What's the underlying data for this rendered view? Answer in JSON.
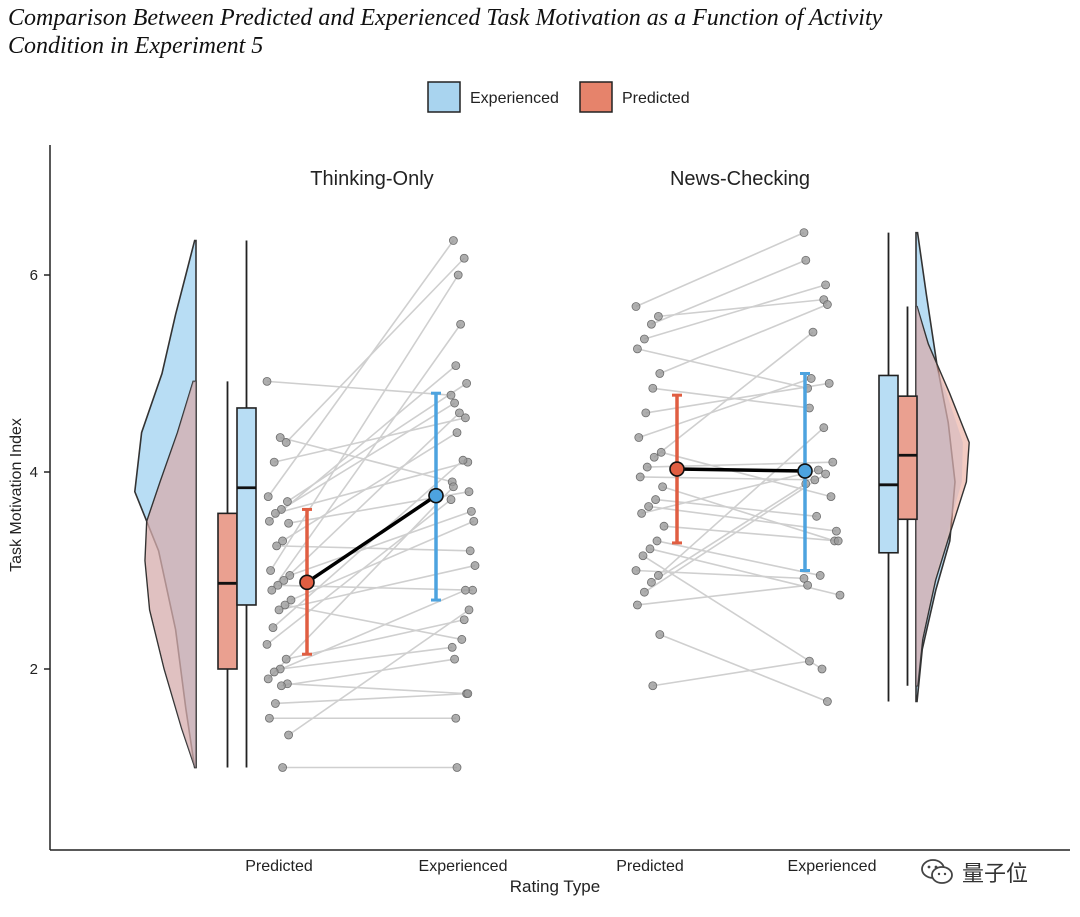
{
  "title_lines": [
    "Comparison Between Predicted and Experienced Task Motivation as a Function of Activity",
    "Condition in Experiment 5"
  ],
  "watermark": {
    "text": "量子位",
    "icon": "wechat-icon"
  },
  "chart_data": {
    "type": "raincloud",
    "ylabel": "Task Motivation Index",
    "xlabel": "Rating Type",
    "y_ticks": [
      2,
      4,
      6
    ],
    "ylim": [
      0.3,
      7.3
    ],
    "grid": false,
    "legend": {
      "position": "top-center",
      "entries": [
        {
          "name": "Experienced",
          "color": "#a9d4ef"
        },
        {
          "name": "Predicted",
          "color": "#e6836b"
        }
      ]
    },
    "colors": {
      "experienced_fill": "#b8ddf4",
      "predicted_fill": "#eaa090",
      "experienced_line": "#4da3df",
      "predicted_line": "#e05e42",
      "overlap_fill": "#c9b6c2"
    },
    "panels": [
      {
        "name": "Thinking-Only",
        "categories": [
          "Predicted",
          "Experienced"
        ],
        "means": {
          "Predicted": 2.88,
          "Experienced": 3.76
        },
        "error_bars": {
          "Predicted": [
            2.15,
            3.62
          ],
          "Experienced": [
            2.7,
            4.8
          ]
        },
        "boxes": {
          "Predicted": {
            "whisker_low": 1.0,
            "q1": 2.0,
            "median": 2.87,
            "q3": 3.58,
            "whisker_high": 4.92
          },
          "Experienced": {
            "whisker_low": 1.0,
            "q1": 2.65,
            "median": 3.84,
            "q3": 4.65,
            "whisker_high": 6.35
          }
        },
        "density_side": "left",
        "density_range": {
          "Predicted": [
            1.0,
            4.92
          ],
          "Experienced": [
            1.0,
            6.35
          ]
        },
        "pairs": [
          [
            4.92,
            4.78
          ],
          [
            4.3,
            6.17
          ],
          [
            4.35,
            3.9
          ],
          [
            4.1,
            4.55
          ],
          [
            3.75,
            6.35
          ],
          [
            3.7,
            4.9
          ],
          [
            3.62,
            4.7
          ],
          [
            3.58,
            4.1
          ],
          [
            3.5,
            5.08
          ],
          [
            3.48,
            3.8
          ],
          [
            3.3,
            4.4
          ],
          [
            3.25,
            3.2
          ],
          [
            3.0,
            6.0
          ],
          [
            2.95,
            3.6
          ],
          [
            2.9,
            4.6
          ],
          [
            2.85,
            2.8
          ],
          [
            2.8,
            5.5
          ],
          [
            2.7,
            3.5
          ],
          [
            2.65,
            2.3
          ],
          [
            2.6,
            3.05
          ],
          [
            2.42,
            4.12
          ],
          [
            2.25,
            3.72
          ],
          [
            2.1,
            2.5
          ],
          [
            2.0,
            2.22
          ],
          [
            1.97,
            2.8
          ],
          [
            1.9,
            3.85
          ],
          [
            1.85,
            1.75
          ],
          [
            1.83,
            2.1
          ],
          [
            1.65,
            1.75
          ],
          [
            1.5,
            1.5
          ],
          [
            1.33,
            2.6
          ],
          [
            1.0,
            1.0
          ]
        ]
      },
      {
        "name": "News-Checking",
        "categories": [
          "Predicted",
          "Experienced"
        ],
        "means": {
          "Predicted": 4.03,
          "Experienced": 4.01
        },
        "error_bars": {
          "Predicted": [
            3.28,
            4.78
          ],
          "Experienced": [
            3.0,
            5.0
          ]
        },
        "boxes": {
          "Experienced": {
            "whisker_low": 1.67,
            "q1": 3.18,
            "median": 3.87,
            "q3": 4.98,
            "whisker_high": 6.43
          },
          "Predicted": {
            "whisker_low": 1.83,
            "q1": 3.52,
            "median": 4.17,
            "q3": 4.77,
            "whisker_high": 5.68
          }
        },
        "density_side": "right",
        "density_range": {
          "Predicted": [
            1.83,
            5.68
          ],
          "Experienced": [
            1.67,
            6.43
          ]
        },
        "pairs": [
          [
            5.68,
            6.43
          ],
          [
            5.58,
            5.75
          ],
          [
            5.5,
            6.15
          ],
          [
            5.35,
            5.9
          ],
          [
            5.25,
            4.85
          ],
          [
            5.0,
            5.7
          ],
          [
            4.85,
            4.65
          ],
          [
            4.6,
            4.9
          ],
          [
            4.35,
            4.95
          ],
          [
            4.2,
            3.75
          ],
          [
            4.15,
            5.42
          ],
          [
            4.05,
            4.1
          ],
          [
            3.95,
            3.92
          ],
          [
            3.85,
            3.3
          ],
          [
            3.72,
            3.55
          ],
          [
            3.65,
            3.4
          ],
          [
            3.58,
            4.02
          ],
          [
            3.45,
            3.3
          ],
          [
            3.3,
            2.95
          ],
          [
            3.22,
            2.75
          ],
          [
            3.15,
            2.0
          ],
          [
            3.0,
            2.92
          ],
          [
            2.95,
            4.45
          ],
          [
            2.88,
            3.88
          ],
          [
            2.78,
            3.98
          ],
          [
            2.65,
            2.85
          ],
          [
            2.35,
            1.67
          ],
          [
            1.83,
            2.08
          ]
        ]
      }
    ]
  }
}
